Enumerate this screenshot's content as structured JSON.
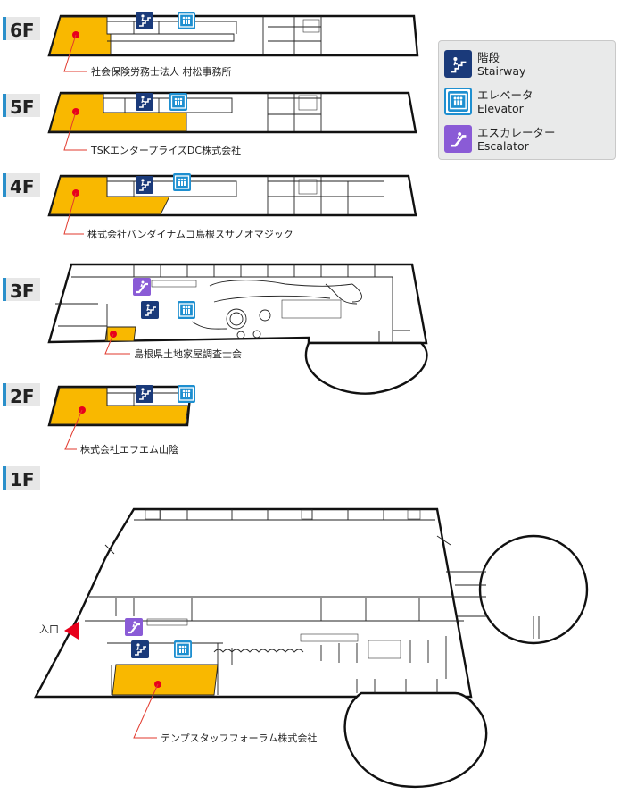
{
  "floors": [
    {
      "label": "6F",
      "tenant": "社会保険労務士法人 村松事務所"
    },
    {
      "label": "5F",
      "tenant": "TSKエンタープライズDC株式会社"
    },
    {
      "label": "4F",
      "tenant": "株式会社バンダイナムコ島根スサノオマジック"
    },
    {
      "label": "3F",
      "tenant": "島根県土地家屋調査士会"
    },
    {
      "label": "2F",
      "tenant": "株式会社エフエム山陰"
    },
    {
      "label": "1F",
      "tenant": "テンプスタッフフォーラム株式会社",
      "entrance": "入口"
    }
  ],
  "legend": {
    "stairway": {
      "ja": "階段",
      "en": "Stairway",
      "icon": "stairway-icon",
      "color": "#1a3a7a"
    },
    "elevator": {
      "ja": "エレベータ",
      "en": "Elevator",
      "icon": "elevator-icon",
      "color": "#1e8fd0"
    },
    "escalator": {
      "ja": "エスカレーター",
      "en": "Escalator",
      "icon": "escalator-icon",
      "color": "#8a5bd6"
    }
  },
  "colors": {
    "tenant_highlight": "#f9b800",
    "marker": "#e8001c",
    "floor_tab": "#2a8fca",
    "entrance_arrow": "#e8001c"
  }
}
